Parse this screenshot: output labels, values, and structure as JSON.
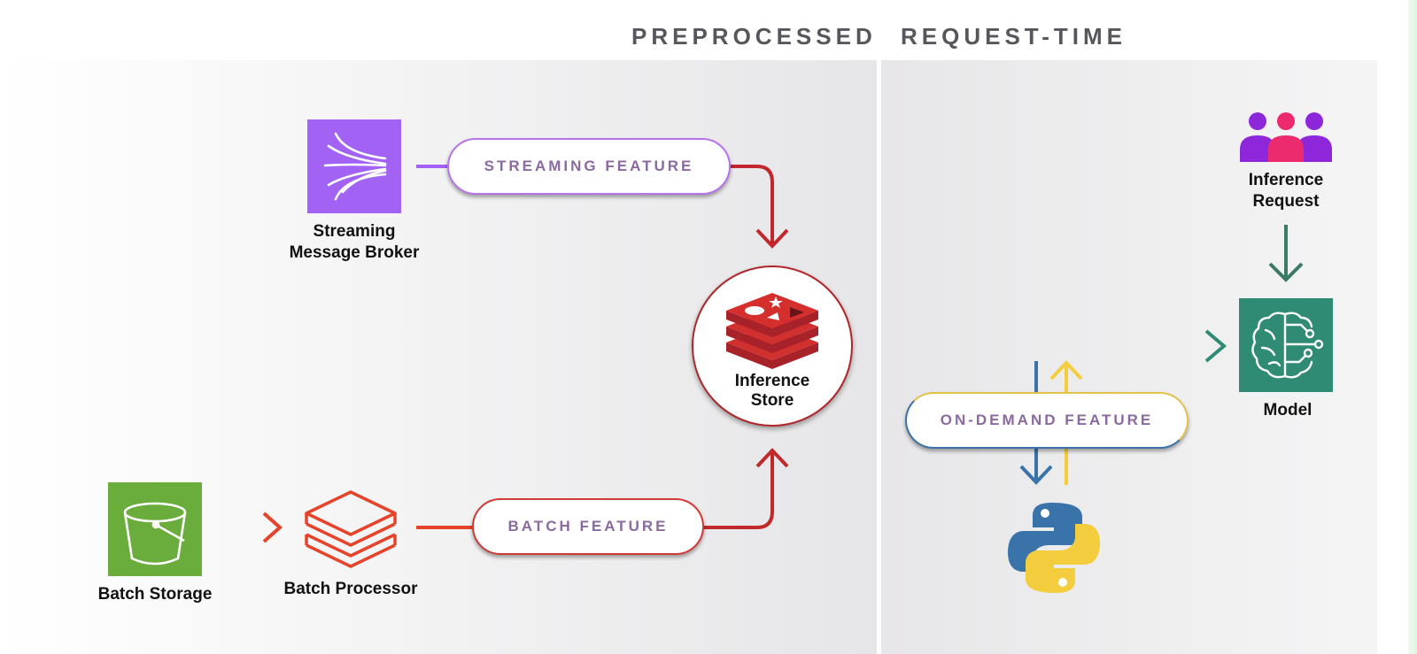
{
  "sections": {
    "preprocessed": "PREPROCESSED",
    "request_time": "REQUEST-TIME"
  },
  "nodes": {
    "streaming_broker": "Streaming\nMessage Broker",
    "batch_storage": "Batch Storage",
    "batch_processor": "Batch Processor",
    "inference_store": "Inference\nStore",
    "inference_request": "Inference\nRequest",
    "model": "Model"
  },
  "features": {
    "streaming": "STREAMING FEATURE",
    "batch": "BATCH FEATURE",
    "on_demand": "ON-DEMAND FEATURE"
  },
  "icons": {
    "streaming_broker": "stream-lines-icon",
    "batch_storage": "bucket-icon",
    "batch_processor": "stacked-layers-icon",
    "inference_store": "redis-stack-icon",
    "inference_request": "users-group-icon",
    "model": "brain-circuit-icon",
    "python": "python-logo-icon"
  },
  "colors": {
    "streaming": "#a263f5",
    "batch_storage": "#6aad3c",
    "batch": "#e5432a",
    "redis": "#c02a2a",
    "model": "#2f8b74",
    "python_blue": "#3a73aa",
    "python_yellow": "#f4cd3e",
    "users_purple": "#8d27d9",
    "users_pink": "#ec2b6e"
  }
}
